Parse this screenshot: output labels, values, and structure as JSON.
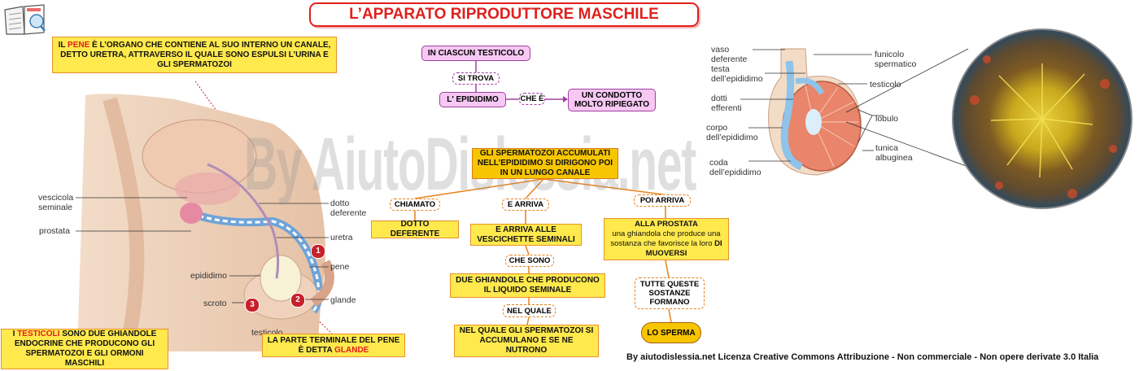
{
  "title": "L’APPARATO RIPRODUTTORE MASCHILE",
  "watermark": "By AiutoDislessia.net",
  "footer": "By aiutodislessia.net Licenza Creative Commons Attribuzione - Non commerciale - Non opere derivate 3.0 Italia",
  "pene_box": {
    "pre": "IL ",
    "highlight": "PENE",
    "post": " È L’ORGANO CHE CONTIENE AL SUO INTERNO UN CANALE, DETTO URETRA, ATTRAVERSO IL QUALE SONO ESPULSI L’URINA E GLI SPERMATOZOI"
  },
  "testicoli_box": {
    "pre": "I ",
    "highlight": "TESTICOLI",
    "post": " SONO DUE GHIANDOLE ENDOCRINE CHE PRODUCONO GLI SPERMATOZOI E GLI ORMONI MASCHILI"
  },
  "glande_box": {
    "pre": "LA PARTE TERMINALE DEL PENE È DETTA ",
    "highlight": "GLANDE"
  },
  "anatomy_labels": {
    "vescicola": "vescicola seminale",
    "prostata": "prostata",
    "dotto": "dotto deferente",
    "uretra": "uretra",
    "pene": "pene",
    "epididimo": "epididimo",
    "scroto": "scroto",
    "glande": "glande",
    "testicolo": "testicolo"
  },
  "badges": [
    "1",
    "2",
    "3"
  ],
  "testis_labels": {
    "vaso": "vaso deferente",
    "testa": "testa dell’epididimo",
    "dotti": "dotti efferenti",
    "corpo": "corpo dell’epididimo",
    "coda": "coda dell’epididimo",
    "funicolo": "funicolo spermatico",
    "testicolo": "testicolo",
    "lobulo": "lobulo",
    "tunica": "tunica albuginea"
  },
  "map": {
    "n1": "IN CIASCUN TESTICOLO",
    "n2": "SI TROVA",
    "n3": "L' EPIDIDIMO",
    "n4": "CHE È",
    "n5": "UN CONDOTTO MOLTO RIPIEGATO",
    "n6": "GLI SPERMATOZOI ACCUMULATI NELL’EPIDIDIMO SI DIRIGONO POI IN UN LUNGO CANALE",
    "n7": "CHIAMATO",
    "n8": "DOTTO DEFERENTE",
    "n9": "E ARRIVA",
    "n10": "E ARRIVA ALLE VESCICHETTE SEMINALI",
    "n11": "CHE SONO",
    "n12": "DUE GHIANDOLE CHE PRODUCONO IL LIQUIDO SEMINALE",
    "n13": "NEL QUALE",
    "n14": "NEL QUALE GLI SPERMATOZOI SI ACCUMULANO E SE NE NUTRONO",
    "n15": "POI ARRIVA",
    "n16a": "ALLA PROSTATA",
    "n16b": "una ghiandola che produce una sostanza che favorisce la loro",
    "n16c": "DI MUOVERSI",
    "n17": "TUTTE QUESTE SOSTANZE FORMANO",
    "n18": "LO SPERMA"
  }
}
